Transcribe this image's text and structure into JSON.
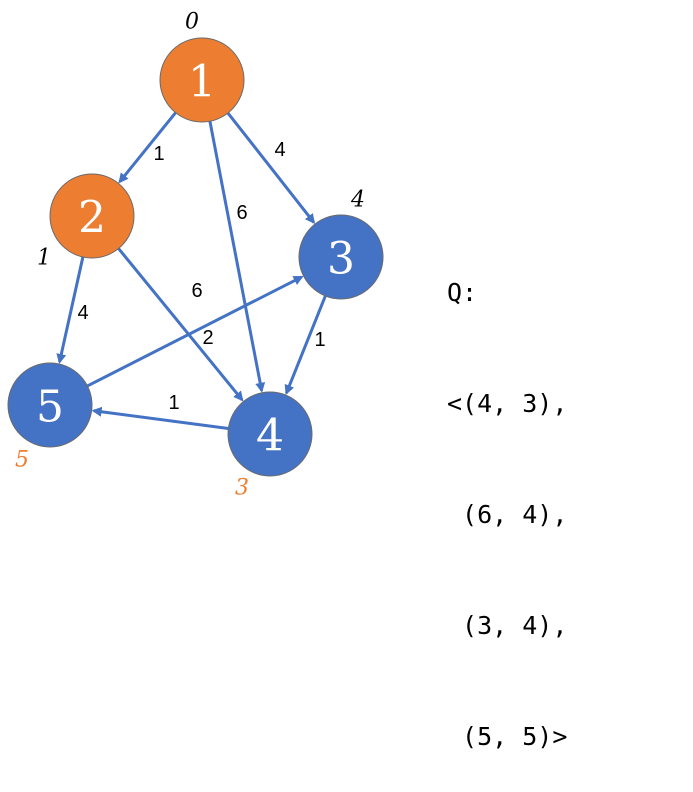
{
  "colors": {
    "visited": "#ed7d31",
    "unvisited": "#4472c4",
    "edge": "#4472c4",
    "node_border": "#6a6a6a",
    "dist_visited": "#000000",
    "dist_final": "#ed7d31"
  },
  "nodes": [
    {
      "id": "1",
      "label": "1",
      "dist": "0",
      "state": "visited"
    },
    {
      "id": "2",
      "label": "2",
      "dist": "1",
      "state": "visited"
    },
    {
      "id": "3",
      "label": "3",
      "dist": "4",
      "state": "unvisited"
    },
    {
      "id": "4",
      "label": "4",
      "dist": "3",
      "state": "unvisited"
    },
    {
      "id": "5",
      "label": "5",
      "dist": "5",
      "state": "unvisited"
    }
  ],
  "edges": [
    {
      "from": "1",
      "to": "2",
      "weight": "1"
    },
    {
      "from": "1",
      "to": "3",
      "weight": "4"
    },
    {
      "from": "1",
      "to": "4",
      "weight": "6"
    },
    {
      "from": "2",
      "to": "5",
      "weight": "4"
    },
    {
      "from": "2",
      "to": "4",
      "weight": "2"
    },
    {
      "from": "5",
      "to": "3",
      "weight": "6"
    },
    {
      "from": "3",
      "to": "4",
      "weight": "1"
    },
    {
      "from": "4",
      "to": "5",
      "weight": "1"
    }
  ],
  "queue": {
    "title": "Q:",
    "lines": [
      "<(4, 3),",
      " (6, 4),",
      " (3, 4),",
      " (5, 5)>"
    ]
  }
}
